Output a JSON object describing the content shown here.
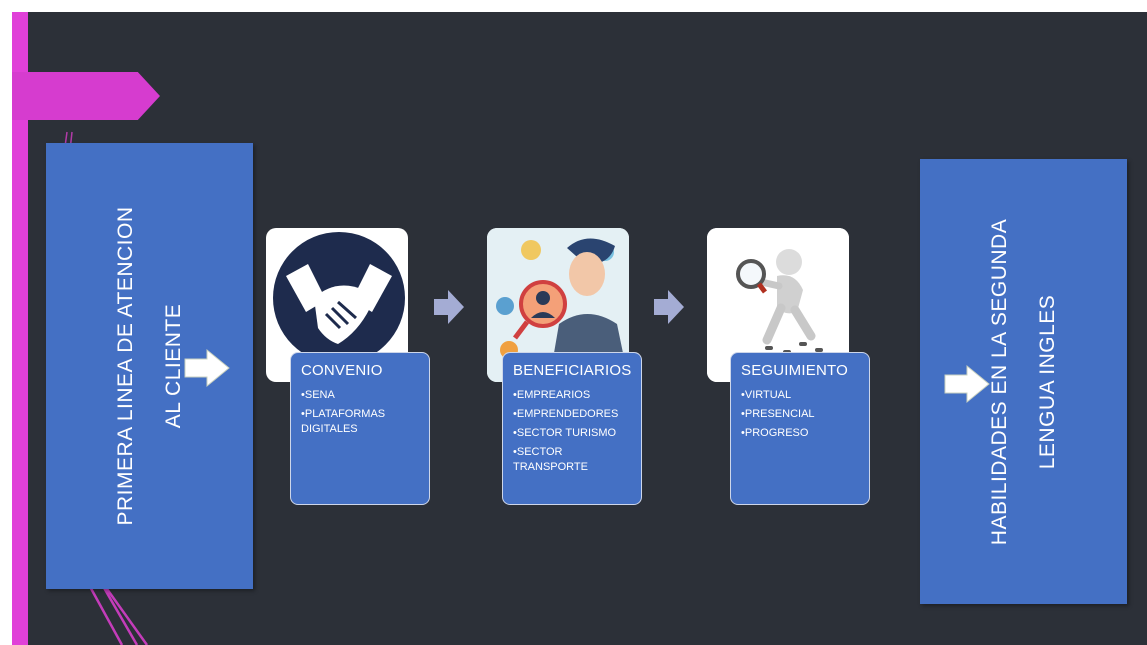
{
  "left_box": {
    "line1": "PRIMERA LINEA DE ATENCION",
    "line2": "AL CLIENTE"
  },
  "right_box": {
    "line1": "HABILIDADES EN LA SEGUNDA",
    "line2": "LENGUA INGLES"
  },
  "steps": [
    {
      "title": "CONVENIO",
      "items": [
        "•SENA",
        "•PLATAFORMAS DIGITALES"
      ]
    },
    {
      "title": "BENEFICIARIOS",
      "items": [
        "•EMPREARIOS",
        "•EMPRENDEDORES",
        "•SECTOR TURISMO",
        "•SECTOR TRANSPORTE"
      ]
    },
    {
      "title": "SEGUIMIENTO",
      "items": [
        "•VIRTUAL",
        "•PRESENCIAL",
        "•PROGRESO"
      ]
    }
  ],
  "icons": [
    "handshake-icon",
    "people-search-icon",
    "magnifier-person-icon"
  ],
  "colors": {
    "background": "#2c3038",
    "box": "#4470c4",
    "accent": "#e040d8",
    "arrow_gray": "#a4acd4"
  }
}
